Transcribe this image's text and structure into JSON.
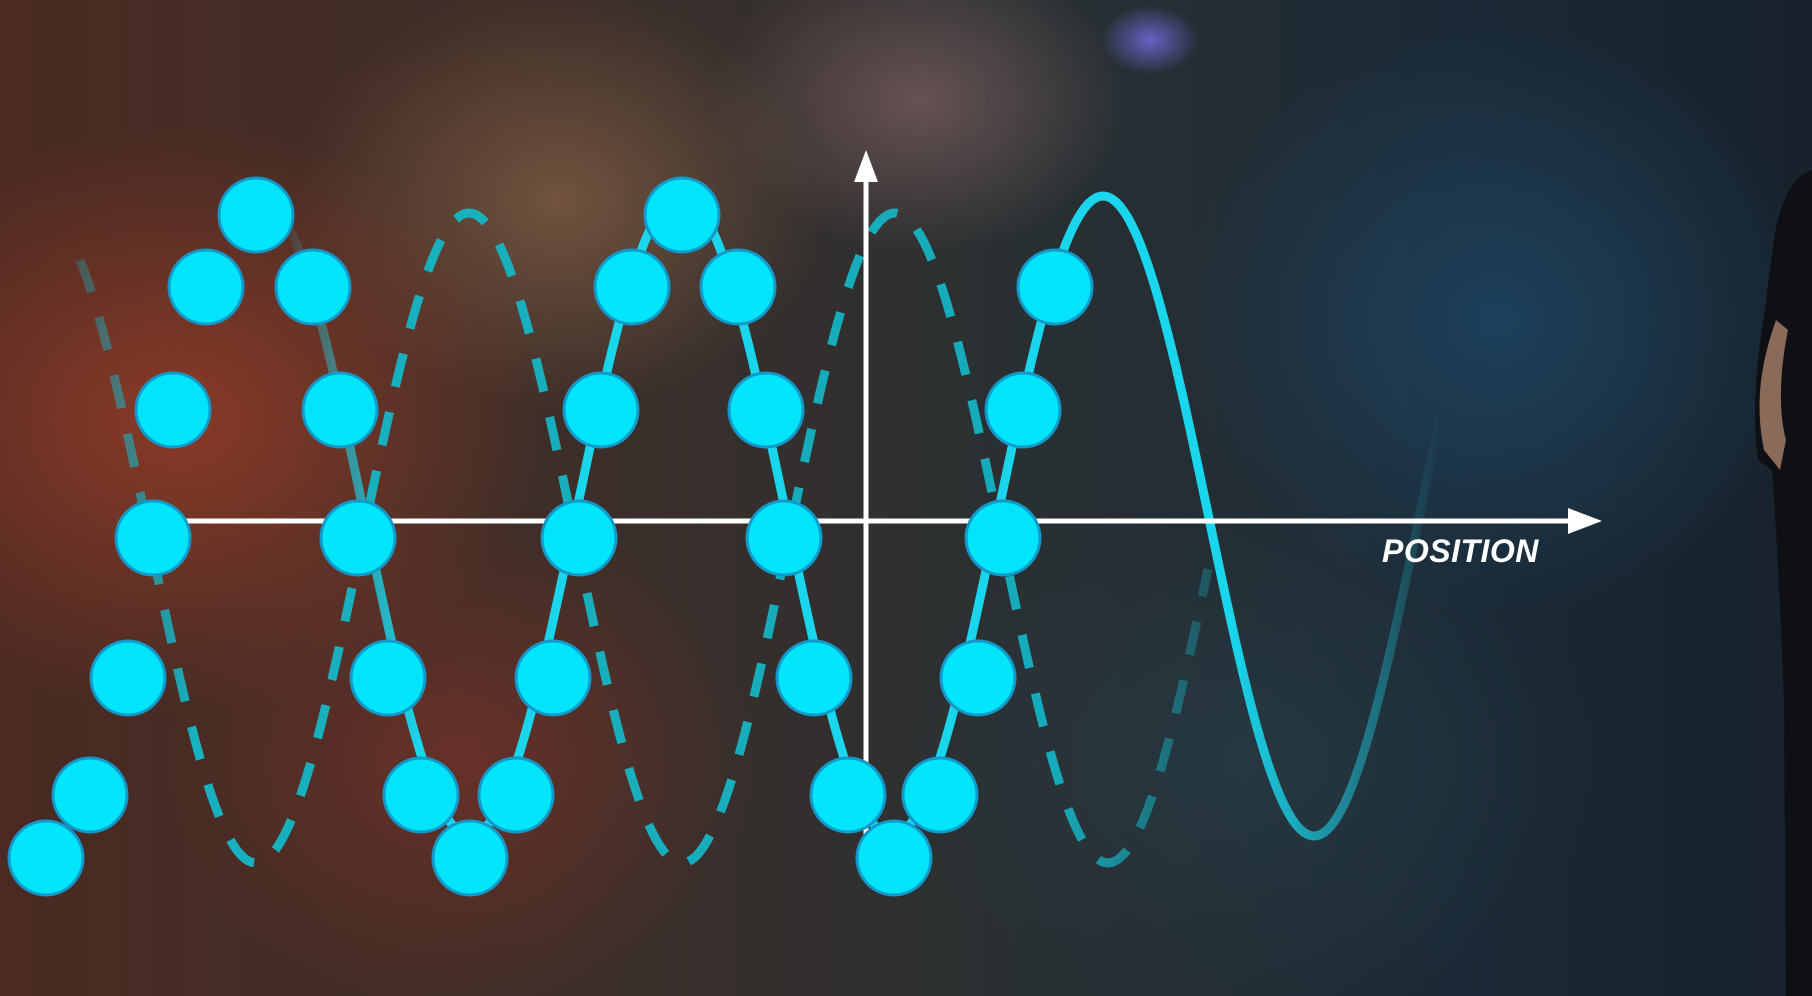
{
  "axis": {
    "x_label": "POSITION"
  },
  "colors": {
    "wave": "#19d6ec",
    "particle_fill": "#00e5fa",
    "particle_stroke": "#1399c9",
    "axis": "#ffffff",
    "dashed_wave": "#14b8c8"
  },
  "icons": {
    "particle": "circle",
    "axis_arrow": "arrowhead"
  }
}
